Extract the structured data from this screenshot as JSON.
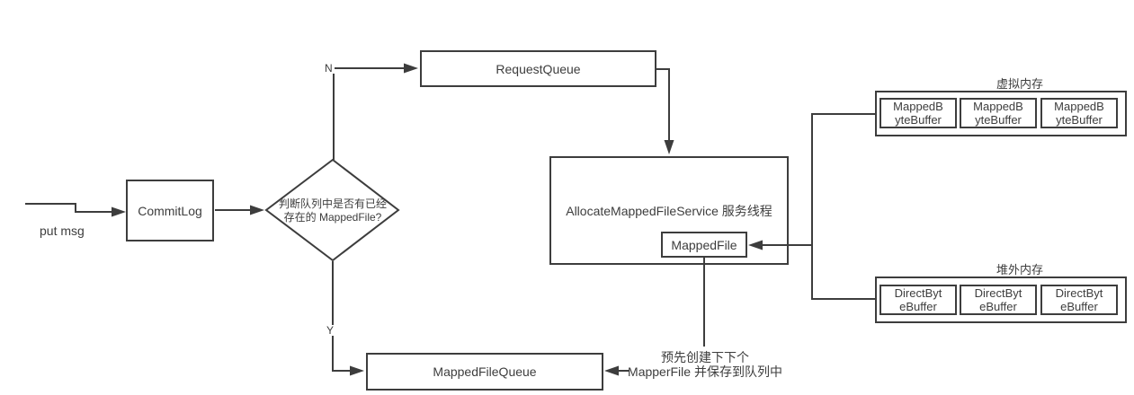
{
  "diagram": {
    "start_label": "put msg",
    "nodes": {
      "commit_log": "CommitLog",
      "decision_line1": "判断队列中是否有已经",
      "decision_line2": "存在的 MappedFile?",
      "request_queue": "RequestQueue",
      "allocate_service": "AllocateMappedFileService 服务线程",
      "mapped_file": "MappedFile",
      "mapped_file_queue": "MappedFileQueue"
    },
    "branches": {
      "no": "N",
      "yes": "Y"
    },
    "memory_groups": {
      "virtual": {
        "title": "虚拟内存",
        "buffers": [
          "MappedByteBuffer",
          "MappedByteBuffer",
          "MappedByteBuffer"
        ]
      },
      "offheap": {
        "title": "堆外内存",
        "buffers": [
          "DirectByteBuffer",
          "DirectByteBuffer",
          "DirectByteBuffer"
        ]
      }
    },
    "annotation": {
      "line1": "预先创建下下个",
      "line2": "MapperFile 并保存到队列中"
    },
    "colors": {
      "stroke": "#3d3d3d",
      "text": "#3d3d3d",
      "background": "#ffffff"
    }
  }
}
